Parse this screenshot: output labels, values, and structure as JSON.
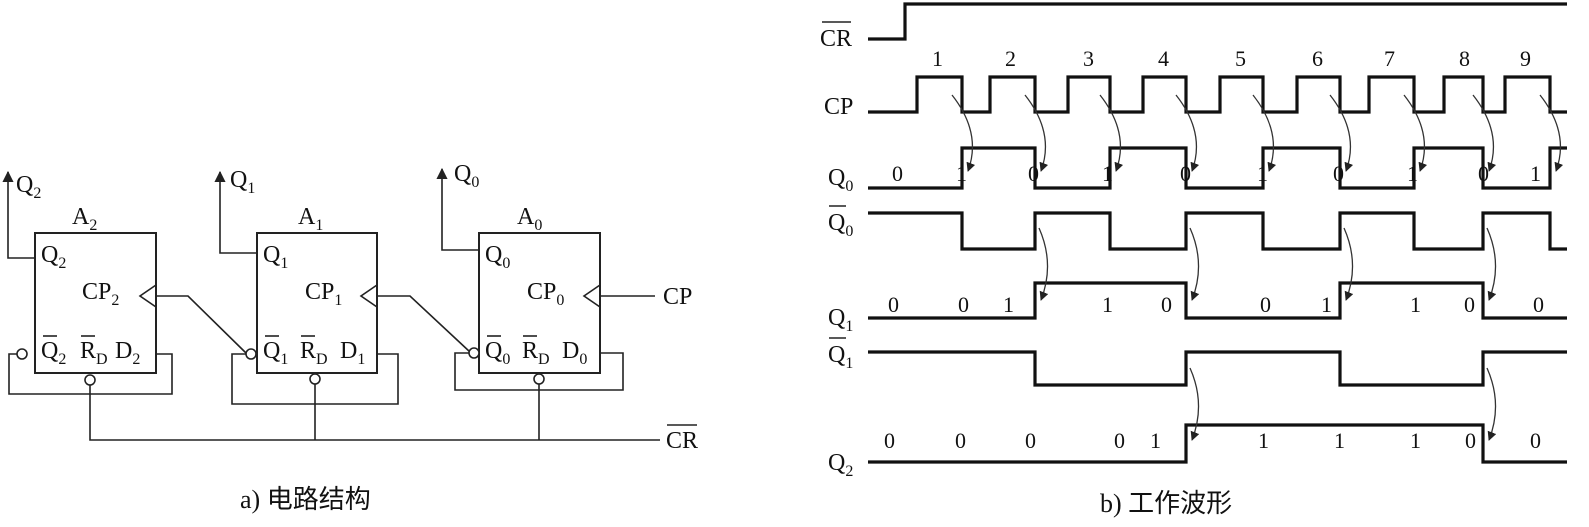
{
  "circuit": {
    "caption": "a) 电路结构",
    "ffs": [
      {
        "name": "A",
        "sub": "2",
        "q": "Q",
        "q_sub": "2",
        "cp": "CP",
        "cp_sub": "2",
        "qn": "Q",
        "qn_sub": "2",
        "rd": "R",
        "rd_sub": "D",
        "d": "D",
        "d_sub": "2",
        "out": "Q",
        "out_sub": "2"
      },
      {
        "name": "A",
        "sub": "1",
        "q": "Q",
        "q_sub": "1",
        "cp": "CP",
        "cp_sub": "1",
        "qn": "Q",
        "qn_sub": "1",
        "rd": "R",
        "rd_sub": "D",
        "d": "D",
        "d_sub": "1",
        "out": "Q",
        "out_sub": "1"
      },
      {
        "name": "A",
        "sub": "0",
        "q": "Q",
        "q_sub": "0",
        "cp": "CP",
        "cp_sub": "0",
        "qn": "Q",
        "qn_sub": "0",
        "rd": "R",
        "rd_sub": "D",
        "d": "D",
        "d_sub": "0",
        "out": "Q",
        "out_sub": "0"
      }
    ],
    "cp_input": "CP",
    "cr_input": "CR"
  },
  "waveform": {
    "caption": "b) 工作波形",
    "signals": [
      {
        "label": "CR",
        "overline": true,
        "sub": ""
      },
      {
        "label": "CP",
        "overline": false,
        "sub": ""
      },
      {
        "label": "Q",
        "overline": false,
        "sub": "0"
      },
      {
        "label": "Q",
        "overline": true,
        "sub": "0"
      },
      {
        "label": "Q",
        "overline": false,
        "sub": "1"
      },
      {
        "label": "Q",
        "overline": true,
        "sub": "1"
      },
      {
        "label": "Q",
        "overline": false,
        "sub": "2"
      }
    ],
    "pulse_numbers": [
      "1",
      "2",
      "3",
      "4",
      "5",
      "6",
      "7",
      "8",
      "9"
    ],
    "q0_values": [
      "0",
      "1",
      "0",
      "1",
      "0",
      "1",
      "0",
      "1",
      "0",
      "1"
    ],
    "q1_values": [
      "0",
      "0",
      "1",
      "1",
      "0",
      "0",
      "1",
      "1",
      "0",
      "0"
    ],
    "q2_values": [
      "0",
      "0",
      "0",
      "0",
      "1",
      "1",
      "1",
      "1",
      "0",
      "0"
    ]
  }
}
